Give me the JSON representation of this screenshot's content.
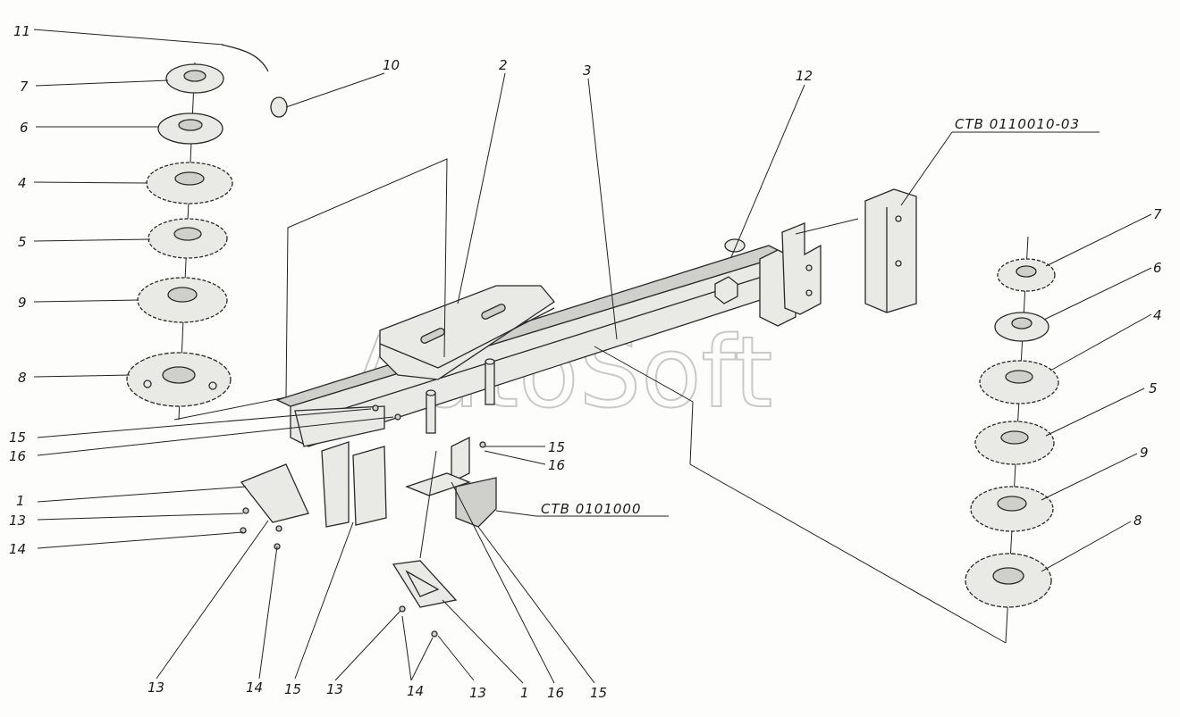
{
  "watermark": "AutoSoft",
  "codes": {
    "frame_end": "СТВ 0110010-03",
    "center_block": "СТВ 0101000"
  },
  "left_stack": [
    "11",
    "7",
    "6",
    "4",
    "5",
    "9",
    "8",
    "10"
  ],
  "right_stack": [
    "7",
    "6",
    "4",
    "5",
    "9",
    "8"
  ],
  "frame_labels": [
    "2",
    "3",
    "12"
  ],
  "side_labels": [
    "15",
    "16",
    "1",
    "13",
    "14",
    "15",
    "16"
  ],
  "bottom_labels": [
    "13",
    "14",
    "15",
    "13",
    "14",
    "13",
    "1",
    "16",
    "15"
  ]
}
